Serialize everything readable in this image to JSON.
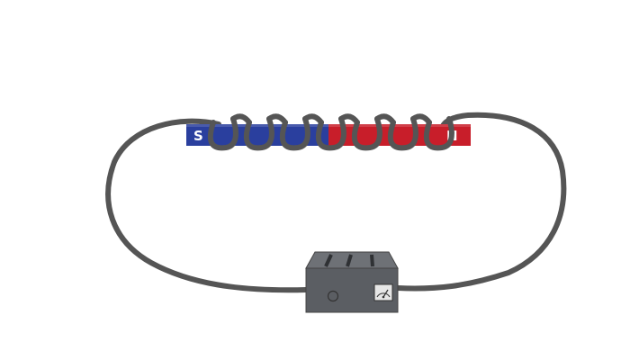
{
  "magnet": {
    "south_label": "S",
    "north_label": "N",
    "south_color": "#2a3f9e",
    "north_color": "#c81e2a"
  },
  "wire": {
    "color": "#555555",
    "coil_turns": 7
  },
  "meter": {
    "body_color": "#5b5e63",
    "top_color": "#6e7176",
    "gauge_icon": "galvanometer-gauge-icon",
    "knob_icon": "knob-icon"
  }
}
